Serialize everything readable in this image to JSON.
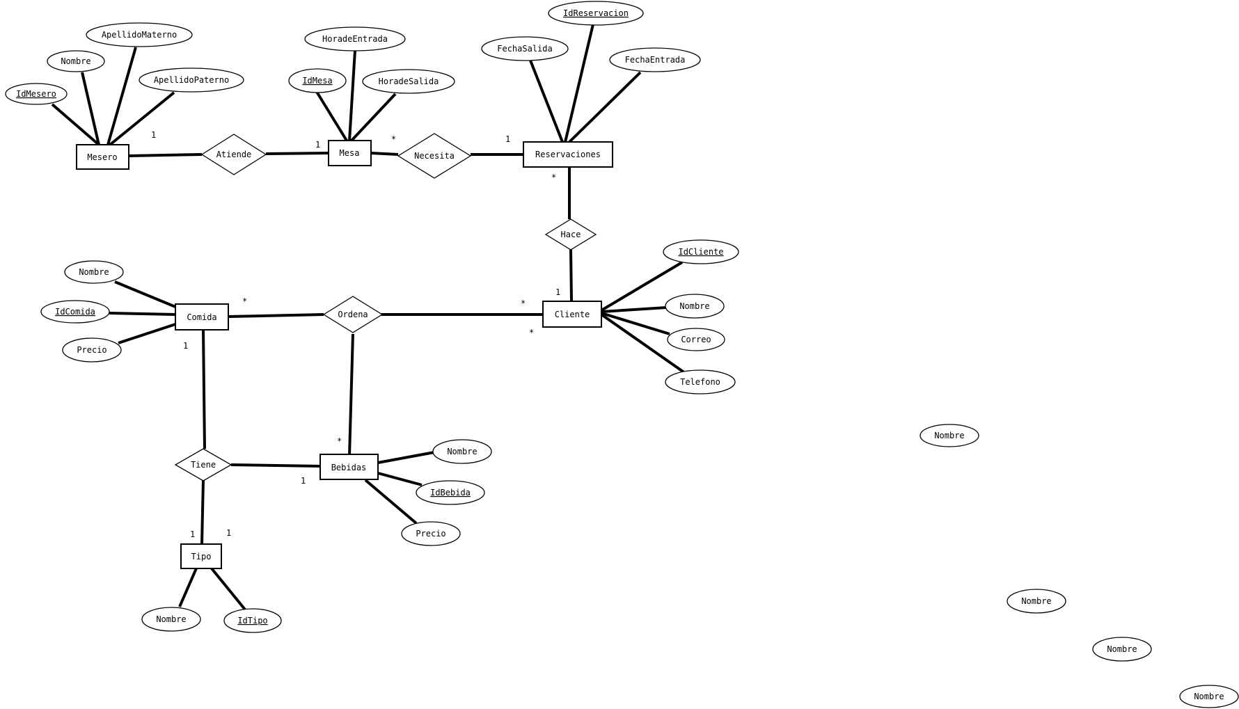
{
  "entities": {
    "mesero": "Mesero",
    "mesa": "Mesa",
    "reservaciones": "Reservaciones",
    "cliente": "Cliente",
    "comida": "Comida",
    "bebidas": "Bebidas",
    "tipo": "Tipo"
  },
  "relationships": {
    "atiende": "Atiende",
    "necesita": "Necesita",
    "hace": "Hace",
    "ordena": "Ordena",
    "tiene": "Tiene"
  },
  "attributes": {
    "mesero": {
      "id": "IdMesero",
      "nombre": "Nombre",
      "materno": "ApellidoMaterno",
      "paterno": "ApellidoPaterno"
    },
    "mesa": {
      "id": "IdMesa",
      "entrada": "HoradeEntrada",
      "salida": "HoradeSalida"
    },
    "reservaciones": {
      "salida": "FechaSalida",
      "id": "IdReservacion",
      "entrada": "FechaEntrada"
    },
    "cliente": {
      "id": "IdCliente",
      "nombre": "Nombre",
      "correo": "Correo",
      "telefono": "Telefono"
    },
    "comida": {
      "nombre": "Nombre",
      "id": "IdComida",
      "precio": "Precio"
    },
    "bebidas": {
      "nombre": "Nombre",
      "id": "IdBebida",
      "precio": "Precio"
    },
    "tipo": {
      "nombre": "Nombre",
      "id": "IdTipo"
    },
    "loose": [
      "Nombre",
      "Nombre",
      "Nombre",
      "Nombre"
    ]
  },
  "cardinalities": {
    "mesero_atiende": "1",
    "mesa_atiende": "1",
    "mesa_necesita": "*",
    "reservaciones_necesita": "1",
    "reservaciones_hace": "*",
    "cliente_hace": "1",
    "cliente_ordena_top": "*",
    "cliente_ordena_bottom": "*",
    "comida_ordena": "*",
    "comida_tiene": "1",
    "bebidas_ordena": "*",
    "bebidas_tiene": "1",
    "tipo_tiene_left": "1",
    "tipo_tiene_right": "1"
  }
}
